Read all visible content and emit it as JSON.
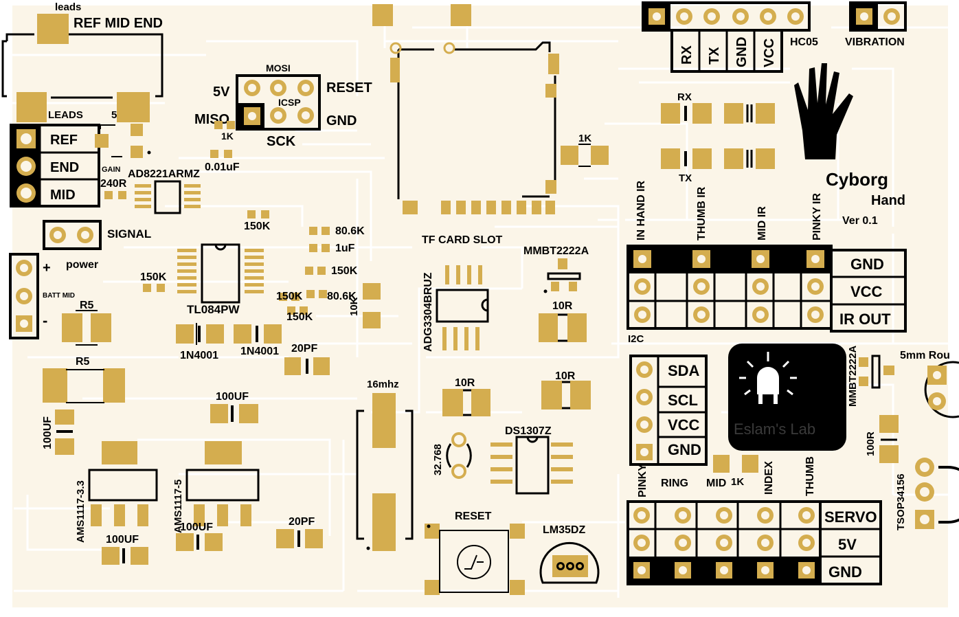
{
  "colors": {
    "board": "#fbf5e8",
    "trace": "#ffffff",
    "pad": "#d4ad4f",
    "silk": "#000000"
  },
  "leads_block": {
    "top_label": "leads",
    "header": "REF MID END",
    "leads_label": "LEADS",
    "five_label": "5",
    "rows": [
      "REF",
      "END",
      "MID"
    ]
  },
  "icsp": {
    "mosi": "MOSI",
    "five_v": "5V",
    "reset": "RESET",
    "icsp": "ICSP",
    "miso": "MISO",
    "gnd": "GND",
    "sck": "SCK"
  },
  "signal_label": "SIGNAL",
  "power_block": {
    "plus": "+",
    "power": "power",
    "batt_mid": "BATT MID",
    "minus": "-"
  },
  "parts": {
    "r1k_a": "1K",
    "c001": "0.01uF",
    "gain": "GAIN",
    "ad8221": "AD8221ARMZ",
    "r240": "240R",
    "r150k_a": "150K",
    "r806k_a": "80.6K",
    "c1uf": "1uF",
    "r150k_b": "150K",
    "r150k_c": "150K",
    "r150k_d": "150K",
    "r806k_b": "80.6K",
    "r150k_e": "150K",
    "r10k": "10K",
    "tl084": "TL084PW",
    "r5_a": "R5",
    "r5_b": "R5",
    "d1": "1N4001",
    "d2": "1N4001",
    "c20pf_a": "20PF",
    "c100uf_a": "100UF",
    "c100uf_b": "100UF",
    "ams33": "AMS1117-3.3",
    "ams5": "AMS1117-5",
    "c100uf_c": "100UF",
    "c100uf_d": "100UF",
    "c20pf_b": "20PF",
    "tf_slot": "TF  CARD  SLOT",
    "r1k_b": "1K",
    "mmbt_a": "MMBT2222A",
    "adg": "ADG3304BRUZ",
    "r10r_a": "10R",
    "r10r_b": "10R",
    "r10r_c": "10R",
    "xtal": "16mhz",
    "ds1307": "DS1307Z",
    "xtal32": "32.768",
    "reset_btn": "RESET",
    "lm35": "LM35DZ",
    "r1k_c": "1K",
    "r100r": "100R",
    "mmbt_b": "MMBT2222A",
    "tsop": "TSOP34156",
    "led5mm": "5mm  Rou"
  },
  "hc05": {
    "label": "HC05",
    "pins": [
      "RX",
      "TX",
      "GND",
      "VCC"
    ]
  },
  "vibration_label": "VIBRATION",
  "led_res": {
    "rx": "RX",
    "tx": "TX"
  },
  "brand": {
    "line1": "Cyborg",
    "line2": "Hand",
    "version": "Ver 0.1",
    "logo_text": "Eslam's Lab"
  },
  "ir_block": {
    "columns": [
      "IN HAND IR",
      "THUMB IR",
      "MID IR",
      "PINKY IR"
    ],
    "rows": [
      "GND",
      "VCC",
      "IR OUT"
    ],
    "i2c_label": "I2C"
  },
  "i2c_block": {
    "rows": [
      "SDA",
      "SCL",
      "VCC",
      "GND"
    ]
  },
  "servo_block": {
    "columns": [
      "PINKY",
      "RING",
      "MID",
      "INDEX",
      "THUMB"
    ],
    "rows": [
      "SERVO",
      "5V",
      "GND"
    ]
  }
}
